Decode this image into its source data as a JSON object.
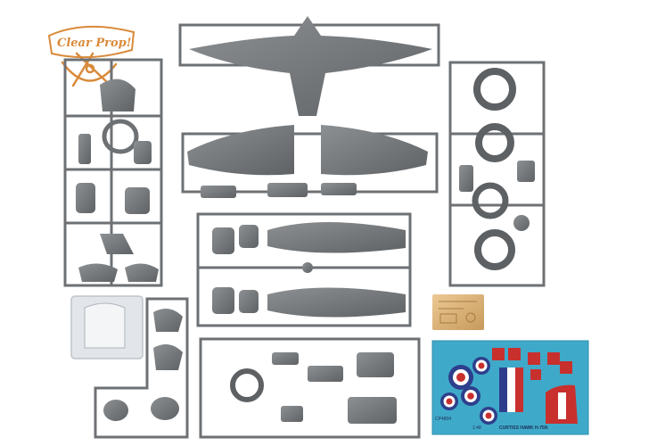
{
  "brand": {
    "logo_text": "Clear Prop!"
  },
  "decal_sheet": {
    "product_code": "CP4804",
    "scale": "1:48",
    "model_name": "CURTISS HAWK H-75N"
  },
  "colors": {
    "sprue_plastic": "#7a7d80",
    "sprue_dark": "#5e6164",
    "logo_orange": "#d98a3a",
    "decal_background": "#3fa9c9",
    "roundel_red": "#c8302e",
    "roundel_blue": "#2d3f8c",
    "photoetch_brass": "#d9b27a",
    "clear_parts": "#dfe4e8"
  }
}
